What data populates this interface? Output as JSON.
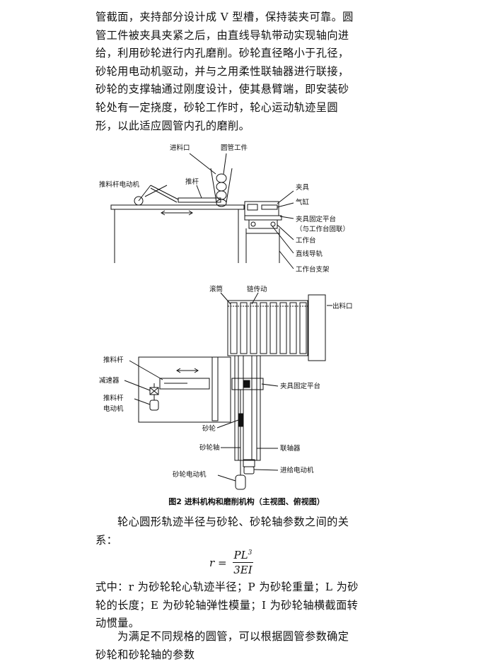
{
  "text": {
    "para1": "管截面，夹持部分设计成 V 型槽，保持装夹可靠。圆管工件被夹具夹紧之后，由直线导轨带动实现轴向进给，利用砂轮进行内孔磨削。砂轮直径略小于孔径，砂轮用电动机驱动，并与之用柔性联轴器进行联接，砂轮的支撑轴通过刚度设计，使其悬臂端，即安装砂轮处有一定挠度，砂轮工作时，轮心运动轨迹呈圆形，以此适应圆管内孔的磨削。",
    "caption": "图2  进料机构和磨削机构（主视图、俯视图）",
    "para3": "轮心圆形轨迹半径与砂轮、砂轮轴参数之间的关系：",
    "formula": {
      "lhs": "r =",
      "num": "PL",
      "sup": "3",
      "den": "3EI"
    },
    "para4": "式中：r 为砂轮轮心轨迹半径；P 为砂轮重量；L 为砂轮的长度；E 为砂轮轴弹性模量；I 为砂轮轴横截面转动惯量。",
    "para5": "为满足不同规格的圆管，可以根据圆管参数确定砂轮和砂轮轴的参数"
  },
  "figure": {
    "labels": {
      "feed_port": "进料口",
      "tube_workpiece": "圆管工件",
      "pusher_motor": "推料杆电动机",
      "pusher": "推杆",
      "fixture": "夹具",
      "cylinder": "气缸",
      "fixture_platform": "夹具固定平台",
      "fixture_platform_note": "（与工作台固联）",
      "worktable": "工作台",
      "linear_guide": "直线导轨",
      "worktable_support": "工作台支架",
      "roller": "滚筒",
      "chain_drive": "链传动",
      "discharge_port": "出料口",
      "pusher_rod": "推料杆",
      "reducer": "减速器",
      "pusher_rod_motor_1": "推料杆",
      "pusher_rod_motor_2": "电动机",
      "fixture_platform_2": "夹具固定平台",
      "grinding_wheel": "砂轮",
      "wheel_shaft": "砂轮轴",
      "coupling": "联轴器",
      "wheel_motor": "砂轮电动机",
      "feed_motor": "进给电动机"
    }
  }
}
